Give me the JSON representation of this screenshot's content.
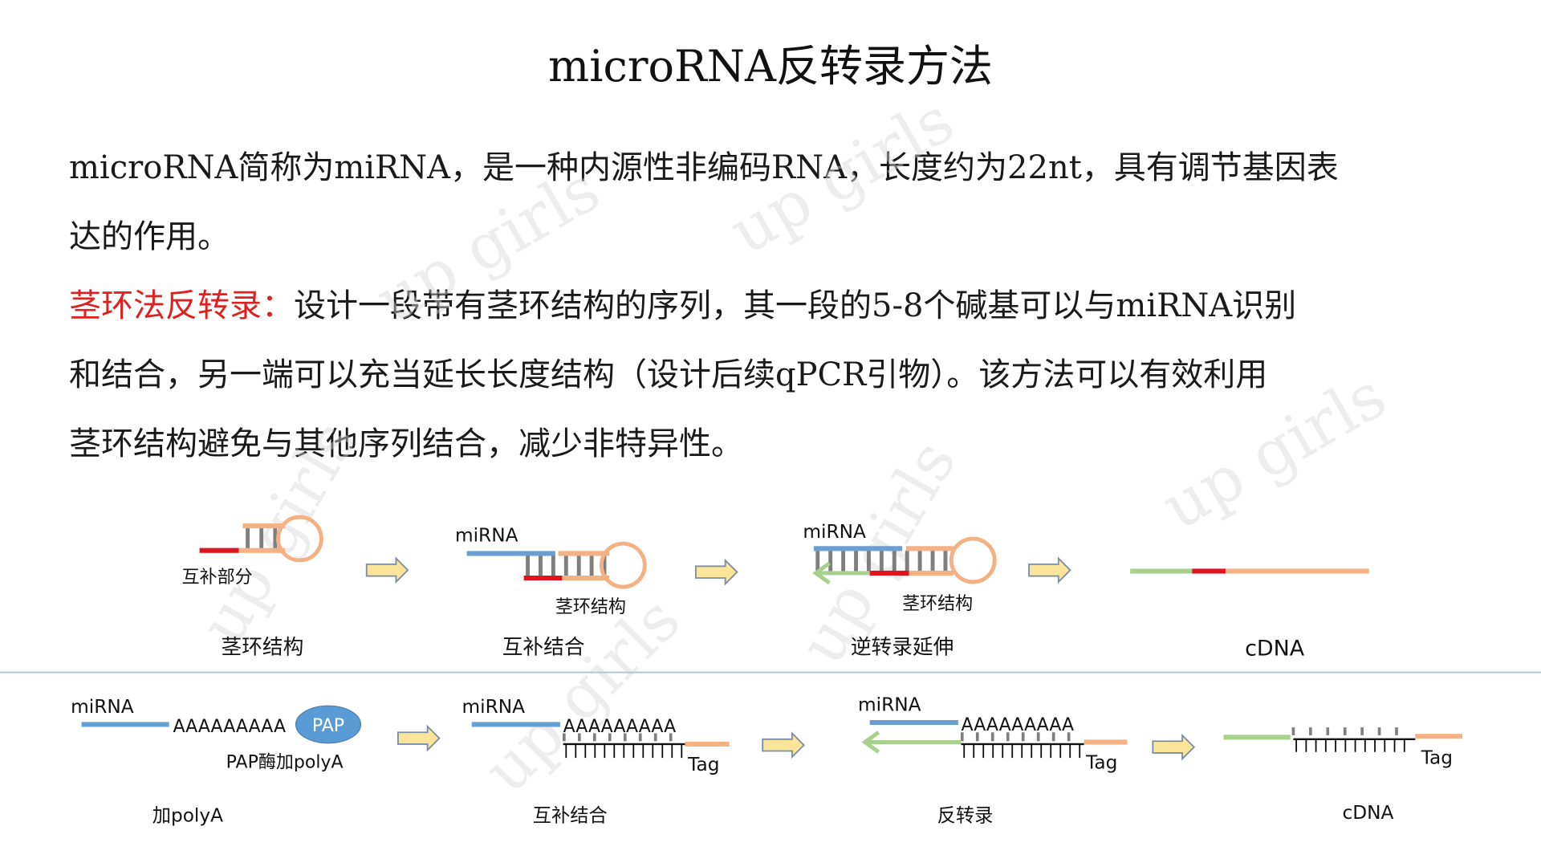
{
  "title": "microRNA反转录方法",
  "watermark": "up girls",
  "intro": {
    "lines": [
      "microRNA简称为miRNA，是一种内源性非编码RNA，长度约为22nt，具有调节基因表",
      "达的作用。"
    ]
  },
  "stem_loop": {
    "label": "茎环法反转录：",
    "lines": [
      "设计一段带有茎环结构的序列，其一段的5-8个碱基可以与miRNA识别",
      "和结合，另一端可以充当延长长度结构（设计后续qPCR引物）。该方法可以有效利用",
      "茎环结构避免与其他序列结合，减少非特异性。"
    ]
  },
  "diagram_top": {
    "panels": [
      {
        "caption": "茎环结构",
        "sublabel": "互补部分"
      },
      {
        "caption": "互补结合",
        "strand_label": "miRNA",
        "sublabel": "茎环结构"
      },
      {
        "caption": "逆转录延伸",
        "strand_label": "miRNA",
        "sublabel": "茎环结构"
      },
      {
        "caption": "cDNA"
      }
    ]
  },
  "diagram_bottom": {
    "panels": [
      {
        "caption": "加polyA",
        "strand_label": "miRNA",
        "polya": "AAAAAAAAA",
        "enzyme": "PAP",
        "sublabel": "PAP酶加polyA"
      },
      {
        "caption": "互补结合",
        "strand_label": "miRNA",
        "polya": "AAAAAAAAA",
        "tag": "Tag"
      },
      {
        "caption": "反转录",
        "strand_label": "miRNA",
        "polya": "AAAAAAAAA",
        "tag": "Tag"
      },
      {
        "caption": "cDNA",
        "tag": "Tag"
      }
    ]
  },
  "colors": {
    "mirna": "#6a9fd4",
    "stem": "#f4b183",
    "complement": "#e0141e",
    "cdna": "#a9d18e",
    "rung": "#7f7f7f",
    "arrow_fill": "#fbe59a",
    "arrow_stroke": "#7a8ea8",
    "divider": "#a8c4d6",
    "pap": "#5b9bd5"
  }
}
